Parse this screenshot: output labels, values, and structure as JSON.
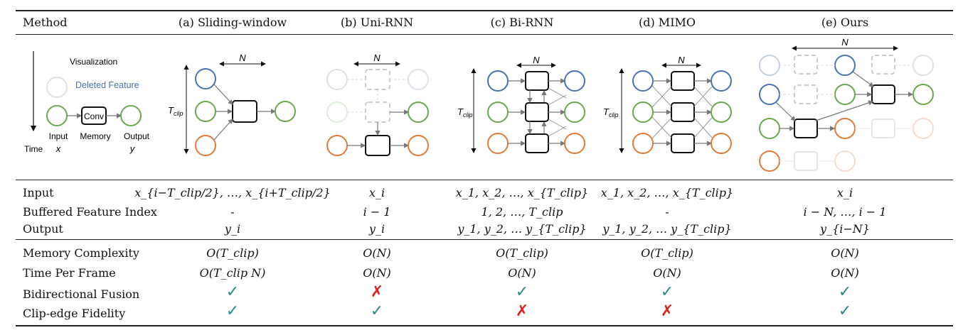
{
  "header": {
    "method": "Method",
    "cols": [
      "(a) Sliding-window",
      "(b) Uni-RNN",
      "(c) Bi-RNN",
      "(d) MIMO",
      "(e) Ours"
    ]
  },
  "legend": {
    "visualization": "Visualization",
    "deleted_feature": "Deleted Feature",
    "conv": "Conv",
    "input": "Input",
    "memory": "Memory",
    "output": "Output",
    "time": "Time",
    "x": "x",
    "y": "y"
  },
  "diagram": {
    "n": "N",
    "t": "T",
    "clip": "clip"
  },
  "rows": {
    "input_label": "Input",
    "buffer_label": "Buffered Feature Index",
    "output_label": "Output",
    "memory_label": "Memory Complexity",
    "time_label": "Time Per Frame",
    "bidir_label": "Bidirectional Fusion",
    "edge_label": "Clip-edge Fidelity"
  },
  "values": {
    "input": [
      "x_{i−T_clip/2}, …, x_{i+T_clip/2}",
      "x_i",
      "x_1, x_2, …, x_{T_clip}",
      "x_1, x_2, …, x_{T_clip}",
      "x_i"
    ],
    "buffer": [
      "-",
      "i − 1",
      "1, 2, …, T_clip",
      "-",
      "i − N, …, i − 1"
    ],
    "output": [
      "y_i",
      "y_i",
      "y_1, y_2, … y_{T_clip}",
      "y_1, y_2, … y_{T_clip}",
      "y_{i−N}"
    ],
    "memory": [
      "O(T_clip)",
      "O(N)",
      "O(T_clip)",
      "O(T_clip)",
      "O(N)"
    ],
    "time": [
      "O(T_clip N)",
      "O(N)",
      "O(N)",
      "O(N)",
      "O(N)"
    ]
  },
  "marks": {
    "bidir": [
      "✓",
      "✗",
      "✓",
      "✓",
      "✓"
    ],
    "edge": [
      "✓",
      "✓",
      "✗",
      "✗",
      "✓"
    ]
  },
  "colors": {
    "blue": "#4a72b0",
    "green": "#6aa84f",
    "orange": "#e07b39",
    "check": "#2a8a8a",
    "cross": "#e02020"
  }
}
